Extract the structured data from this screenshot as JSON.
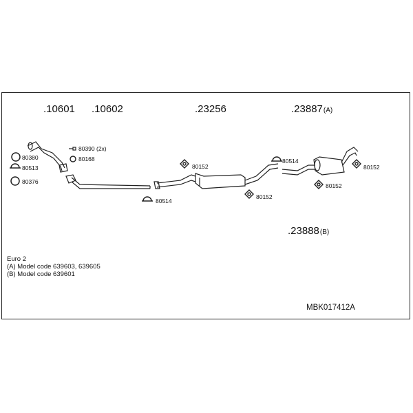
{
  "part_labels": [
    {
      "id": "p10601",
      "number": ".10601",
      "suffix": ""
    },
    {
      "id": "p10602",
      "number": ".10602",
      "suffix": ""
    },
    {
      "id": "p23256",
      "number": ".23256",
      "suffix": ""
    },
    {
      "id": "p23887",
      "number": ".23887",
      "suffix": "(A)"
    },
    {
      "id": "p23888",
      "number": ".23888",
      "suffix": "(B)"
    }
  ],
  "small_parts": {
    "c80380": "80380",
    "c80513": "80513",
    "c80376": "80376",
    "c80390": "80390 (2x)",
    "c80168": "80168",
    "c80514a": "80514",
    "c80152a": "80152",
    "c80152b": "80152",
    "c80514b": "80514",
    "c80152c": "80152",
    "c80152d": "80152"
  },
  "notes": {
    "line1": "Euro 2",
    "line2": "(A) Model code 639603, 639605",
    "line3": "(B) Model code 639601"
  },
  "kit_code": "MBK017412A"
}
